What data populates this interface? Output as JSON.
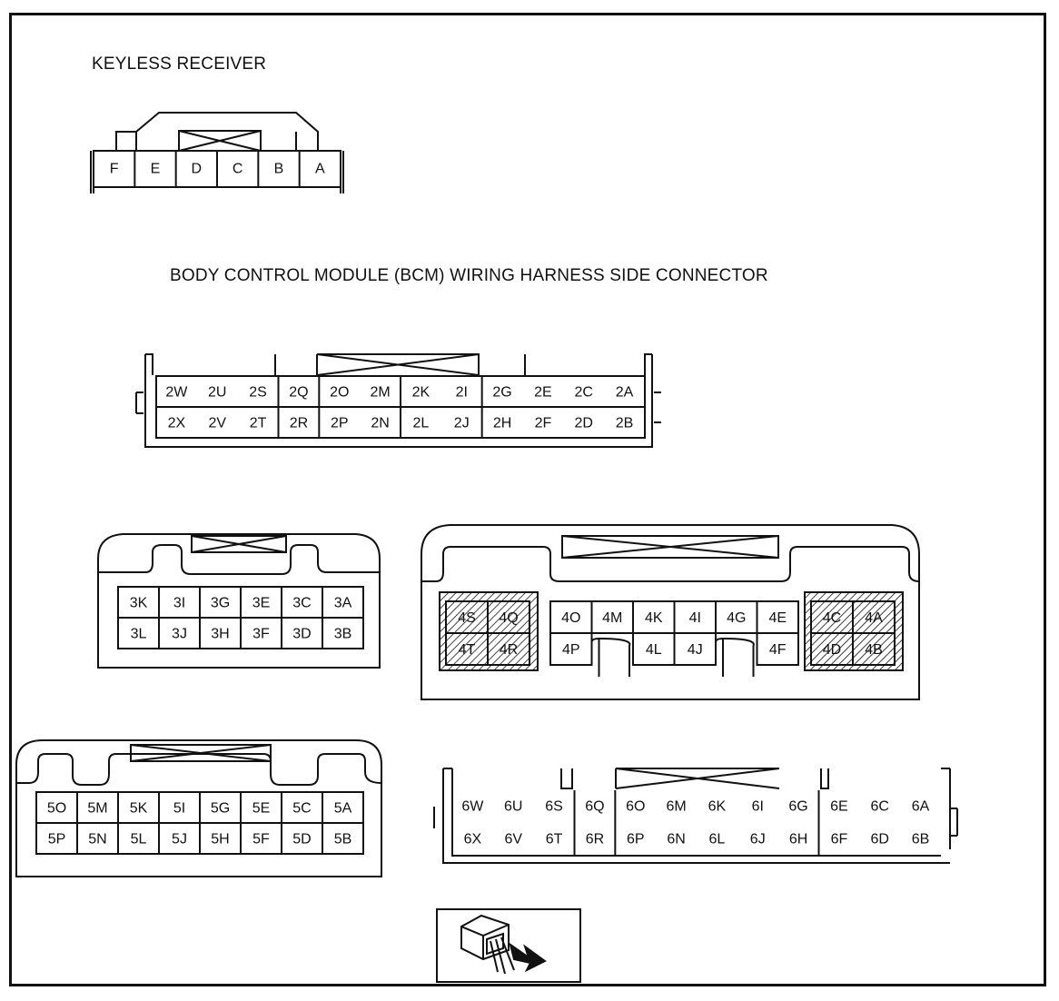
{
  "headings": {
    "keyless_receiver": "KEYLESS RECEIVER",
    "bcm": "BODY CONTROL MODULE (BCM) WIRING HARNESS SIDE CONNECTOR"
  },
  "connectors": {
    "keyless": {
      "pins": [
        "F",
        "E",
        "D",
        "C",
        "B",
        "A"
      ]
    },
    "c2": {
      "top": [
        "2W",
        "2U",
        "2S",
        "2Q",
        "2O",
        "2M",
        "2K",
        "2I",
        "2G",
        "2E",
        "2C",
        "2A"
      ],
      "bottom": [
        "2X",
        "2V",
        "2T",
        "2R",
        "2P",
        "2N",
        "2L",
        "2J",
        "2H",
        "2F",
        "2D",
        "2B"
      ]
    },
    "c3": {
      "top": [
        "3K",
        "3I",
        "3G",
        "3E",
        "3C",
        "3A"
      ],
      "bottom": [
        "3L",
        "3J",
        "3H",
        "3F",
        "3D",
        "3B"
      ]
    },
    "c4": {
      "left": {
        "top": [
          "4S",
          "4Q"
        ],
        "bottom": [
          "4T",
          "4R"
        ]
      },
      "middle": {
        "top": [
          "4O",
          "4M",
          "4K",
          "4I",
          "4G",
          "4E"
        ],
        "bottom": [
          "4P",
          "",
          "4L",
          "4J",
          "",
          "4F"
        ]
      },
      "right": {
        "top": [
          "4C",
          "4A"
        ],
        "bottom": [
          "4D",
          "4B"
        ]
      }
    },
    "c5": {
      "top": [
        "5O",
        "5M",
        "5K",
        "5I",
        "5G",
        "5E",
        "5C",
        "5A"
      ],
      "bottom": [
        "5P",
        "5N",
        "5L",
        "5J",
        "5H",
        "5F",
        "5D",
        "5B"
      ]
    },
    "c6": {
      "top": [
        "6W",
        "6U",
        "6S",
        "6Q",
        "6O",
        "6M",
        "6K",
        "6I",
        "6G",
        "6E",
        "6C",
        "6A"
      ],
      "bottom": [
        "6X",
        "6V",
        "6T",
        "6R",
        "6P",
        "6N",
        "6L",
        "6J",
        "6H",
        "6F",
        "6D",
        "6B"
      ]
    }
  },
  "icons": {
    "view_indicator": "harness-side-view-icon"
  },
  "colors": {
    "line": "#111111",
    "background": "#ffffff"
  }
}
